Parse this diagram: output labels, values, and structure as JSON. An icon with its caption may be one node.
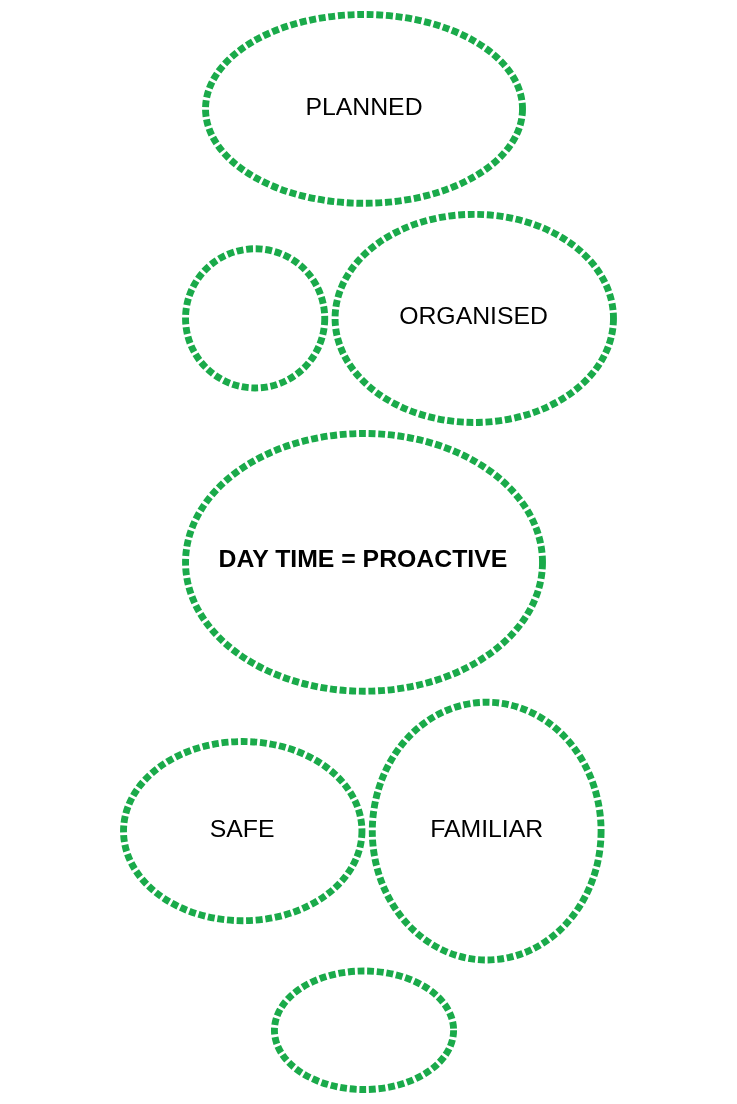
{
  "diagram": {
    "nodes": [
      {
        "text": [
          "PLANNED"
        ]
      },
      {
        "text": [],
        "shape": "circle"
      },
      {
        "text": [
          "ORGANISED"
        ]
      },
      {
        "text": [
          "DAY TIME = PROACTIVE"
        ]
      },
      {
        "text": [
          "SAFE"
        ]
      },
      {
        "text": [
          "FAMILIAR"
        ]
      },
      {
        "text": [],
        "shape": "ellipse"
      }
    ]
  }
}
